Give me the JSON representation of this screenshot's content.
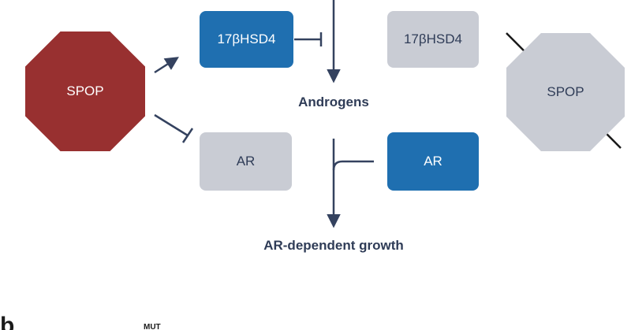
{
  "diagram": {
    "spop_active_label": "SPOP",
    "spop_lost_label": "SPOP",
    "hsd4_active_label": "17βHSD4",
    "hsd4_lost_label": "17βHSD4",
    "ar_normal_label": "AR",
    "ar_active_label": "AR",
    "androgens_label": "Androgens",
    "growth_label": "AR-dependent growth",
    "panel_b_letter": "b",
    "panel_b_superscript": "MUT"
  },
  "colors": {
    "spop_active": "#983030",
    "protein_active": "#1f6fb0",
    "protein_lost": "#c9ccd4",
    "arrow": "#34425f"
  }
}
